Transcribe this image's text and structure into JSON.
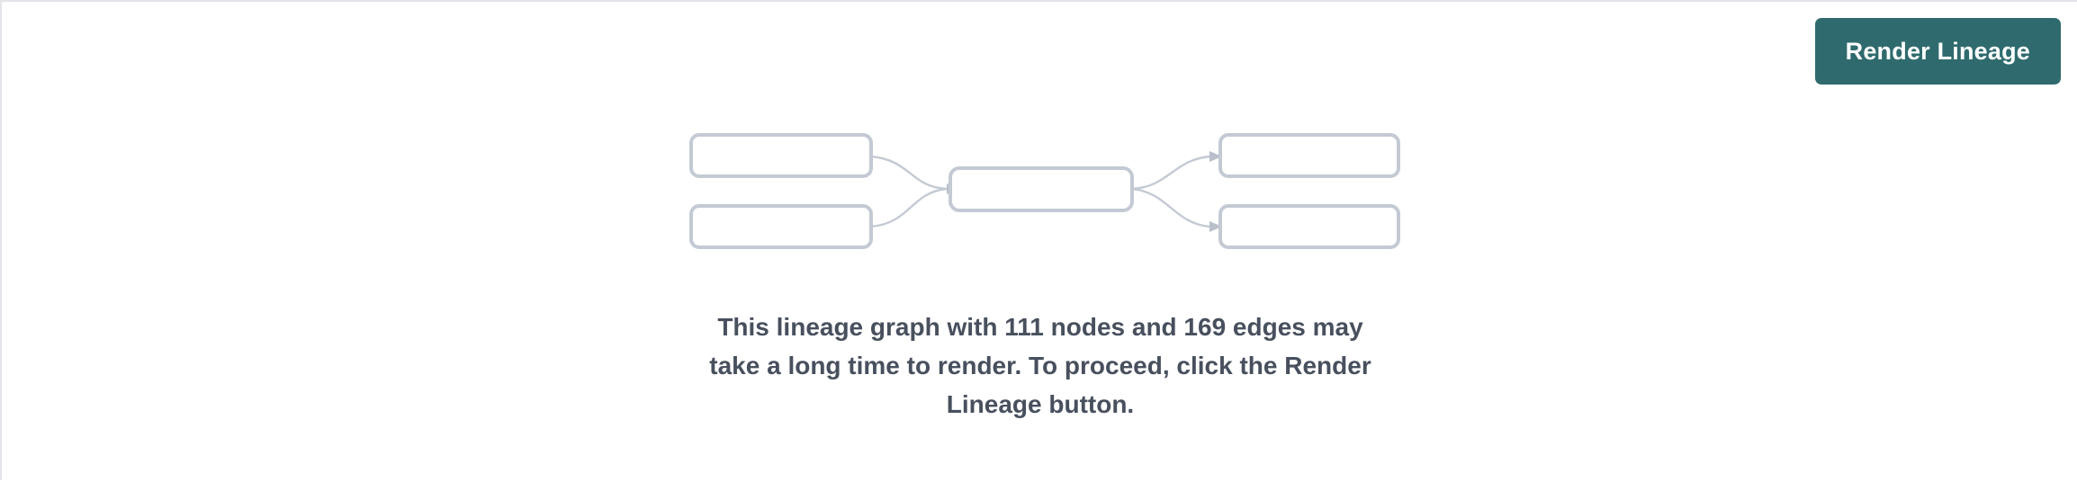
{
  "panel": {
    "background_color": "#ffffff",
    "border_color": "#e3e5e9"
  },
  "toolbar": {
    "render_lineage_label": "Render Lineage",
    "button_color": "#2f6b6e",
    "button_text_color": "#ffffff"
  },
  "empty_state": {
    "message": "This lineage graph with 111 nodes and 169 edges may take a long time to render. To proceed, click the Render Lineage button.",
    "node_count": 111,
    "edge_count": 169,
    "text_color": "#48505e"
  },
  "placeholder_graph": {
    "node_stroke_color": "#c4cad4",
    "edge_stroke_color": "#c4cad4",
    "nodes": [
      {
        "id": "upstream-1",
        "column": "left",
        "row": "top",
        "label": ""
      },
      {
        "id": "upstream-2",
        "column": "left",
        "row": "bottom",
        "label": ""
      },
      {
        "id": "focus",
        "column": "center",
        "row": "middle",
        "label": ""
      },
      {
        "id": "downstream-1",
        "column": "right",
        "row": "top",
        "label": ""
      },
      {
        "id": "downstream-2",
        "column": "right",
        "row": "bottom",
        "label": ""
      }
    ],
    "edges": [
      {
        "from": "upstream-1",
        "to": "focus"
      },
      {
        "from": "upstream-2",
        "to": "focus"
      },
      {
        "from": "focus",
        "to": "downstream-1"
      },
      {
        "from": "focus",
        "to": "downstream-2"
      }
    ]
  }
}
